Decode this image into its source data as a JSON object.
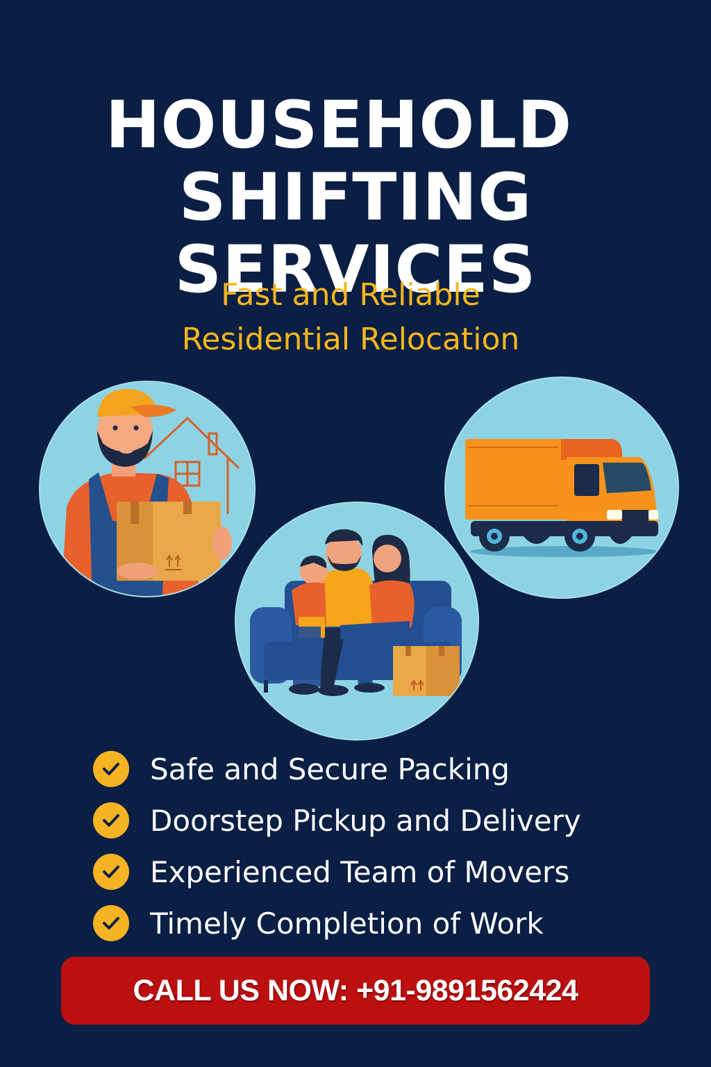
{
  "title": {
    "line1": "HOUSEHOLD",
    "line2": "SHIFTING",
    "line3": "SERVICES"
  },
  "subtitle": {
    "line1": "Fast and Reliable",
    "line2": "Residential Relocation"
  },
  "illustrations": [
    {
      "name": "mover-with-box",
      "description": "Mover in hard hat carrying a cardboard box in front of a house outline"
    },
    {
      "name": "delivery-truck",
      "description": "Orange delivery truck"
    },
    {
      "name": "family-on-sofa",
      "description": "Family sitting on a blue sofa beside a moving box"
    }
  ],
  "features": [
    {
      "icon": "check-circle-icon",
      "label": "Safe and Secure Packing"
    },
    {
      "icon": "check-circle-icon",
      "label": "Doorstep Pickup and Delivery"
    },
    {
      "icon": "check-circle-icon",
      "label": "Experienced Team of Movers"
    },
    {
      "icon": "check-circle-icon",
      "label": "Timely Completion of Work"
    }
  ],
  "cta": {
    "label": "CALL US NOW: +91-9891562424"
  },
  "colors": {
    "background": "#0b1f45",
    "accent_yellow": "#f7b71c",
    "cta_red": "#bb0f10",
    "circle_blue": "#8ed3e3"
  }
}
